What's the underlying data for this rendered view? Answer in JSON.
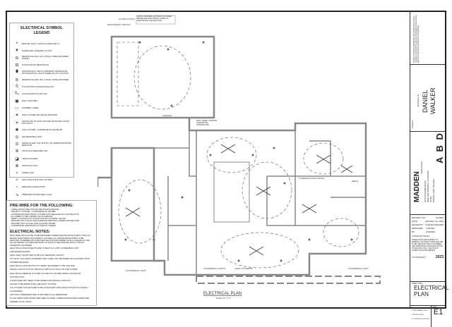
{
  "legend": {
    "title": "ELECTRICAL SYMBOL LEGEND",
    "items": [
      {
        "icon": "bracket-light-icon",
        "label": "BRACKET LIGHT / SWITCH LANDSCAPE TV"
      },
      {
        "icon": "telephone-outlet-icon",
        "label": "TELEPHONE / ETHERNET OUTLET"
      },
      {
        "icon": "duplex-receptacle-icon",
        "label": "RECEPTACLE 110V, 20A / 3 POLE 4 WIRE GROUNDED DUPLEX"
      },
      {
        "icon": "floor-receptacle-icon",
        "label": "FLOOR DUPLEX RECEPTACLE"
      },
      {
        "icon": "gfci-outlet-icon",
        "label": "GROUND FAULT CIRCUIT INTERRUPT RECEPTACLE WITH DEVIATION / QUICK SHARE 220 LIFT LOCATION"
      },
      {
        "icon": "receptacle-220-icon",
        "label": "RECEPTACLE 220V, 30A / 3 POLE 4 WIRE GROUNDED"
      },
      {
        "icon": "single-pole-switch-icon",
        "label": "TOGGLE SWITCH SINGLE POLE 15A"
      },
      {
        "icon": "three-way-switch-icon",
        "label": "TOGGLE SWITCH 3 WAY 15A"
      },
      {
        "icon": "door-bell-icon",
        "label": "ELEC. DOOR BELL"
      },
      {
        "icon": "doorbell-chime-icon",
        "label": "DOORBELL CHIME"
      },
      {
        "icon": "ceiling-light-icon",
        "label": "LIGHT FIXTURE LED CEILING MOUNTED"
      },
      {
        "icon": "ceiling-fan-icon",
        "label": "CEILING FAN W/ LIGHT. PROVIDE APPROVED OUTLET BOX FOR F.L."
      },
      {
        "icon": "chandelier-icon",
        "label": "LIGHT FIXTURE - CHANDELIER W/ LED BULBS"
      },
      {
        "icon": "recessed-light-icon",
        "label": "LED RECESSED LIGHT"
      },
      {
        "icon": "smoke-detector-icon",
        "label": "SMOKE ALARM / 110V W/ B.B.U. W/ CARBON MONOXIDE DETECTOR"
      },
      {
        "icon": "vent-light-icon",
        "label": "VENT/LIGHT RECESSED CAN"
      },
      {
        "icon": "vent-fan-light-icon",
        "label": "VENT/LIGHT/HEAT"
      },
      {
        "icon": "vent-fan-icon",
        "label": "VENT/LIGHT ONLY"
      },
      {
        "icon": "under-cabinet-light-icon",
        "label": "UNDER LIGHT"
      },
      {
        "icon": "wall-lantern-icon",
        "label": "WALL MOUNT ELECTRIC LANTERN"
      },
      {
        "icon": "wireless-access-icon",
        "label": "WIRELESS ACCESS POINT"
      },
      {
        "icon": "delivery-light-icon",
        "label": "PRESSURE FOR DELIVERY LIGHT"
      }
    ]
  },
  "prewire": {
    "title": "PRE-WIRE FOR THE FOLLOWING:",
    "items": [
      "- CABLE VISION ONE OUTLET PER ROOM MINIMUM",
      "- SECURITY SYSTEM - COORDINATE W/ OWNER",
      "- COORDINATE ELECTRICAL SYSTEM WITH MECHANICAL CONTRACTOR",
      "- ALL WIRES TO BE COPPER (NO ALUMINUM)",
      "- VERIFY LOCATION OF FLOOR OUTLETS IN FAMILY ROOM",
      "- PROVIDE 220 OUTLET FOR GARBAGE DISPOSAL UNDER KITCHEN SINK",
      "- PROVIDE 220V OUTLET FOR CLOTHES DRYER",
      "- COORDINATE SURROUND SYSTEM W/ OWNER"
    ]
  },
  "notes": {
    "title": "ELECTRICAL NOTES:",
    "items": [
      "MAIN FEED INTO HOUSE TO BE PROVIDED UNDERGROUND FROM SUPPLY POLE TO METER THEN PANEL DISCONNECT OUTSIDE. ALL SMOKE DETECTORS TO BE ELECTRIC POWERED WITH BATTERY BACKUP AND WIRED SO ALL ALARMS GO OFF. ALL EXTERIOR, KITCHEN AND BATH OUTLETS TO BE GROUND FAULT CIRCUIT INTERRUPT EQUIPPED.",
      "ELECTRICAL DISCONNECTS ARE TO BE AT A/C UNIT, CONDENSING UNIT,",
      "AND WATER HEATER.",
      "HEAT VENT LIGHTS ARE TO BE ON A SEPARATE CIRCUIT.",
      "OUTLETS, INCLUDING ETHERNET AND CABLE, MAY BE ADDED OR CHANGED UPON",
      "OWNERS REQUEST.",
      "ELECTRICAL CONTRACTOR TO VERIFY EQUIPMENT TYPE AND SIZE.",
      "INSTALL LIGHTS IN ATTIC SPACE W/ SWITCH AT FOOT OF DISP. STAIRS.",
      "ELECTRICAL SERVICE IS TO BE A 40 CIRCUIT 200 AMP PANEL LOCATED BY",
      "CONTRACTOR.",
      "A SUB-PANEL MAY NEED TO BE ADDED FOR ENOUGH CIRCUITS.",
      "HOUSE TO BE WIRED FOR A SECURITY SYSTEM.",
      "ALL KITCHEN OUTLETS ARE TO BE GFI EXCEPT APPLIANCE OUTLETS NOT EASILY",
      "ACCESSIBLE.",
      "ARC FAULT BREAKERS ARE TO BE USED IN ALL BEDROOMS.",
      "IF GAS FIRED APPLIANCES ARE USED IN HOME, CARBON MONOXIDE ALARMS ARE",
      "NEEDED ON ALL RHAC."
    ]
  },
  "plan": {
    "title": "ELECTRICAL PLAN",
    "scale": "SCALE 1/4\" = 1'-0\"",
    "labels": {
      "disconnect": "DISCONNECT SWITCH",
      "floor_outlet": "FLOOR OUTLET",
      "note": "NOTE: CONFIRM LOCATION OF POWER METER AND ELECTRICAL PANEL W/ ELECTRICAL CONTRACTOR",
      "garage": "GARAGE",
      "attic": "ELEC. PANEL LOCATION / ELECTRICAL CONTRACTOR",
      "flood": "TO BEAM FLOOD LIGHTS",
      "media": "MEDIA",
      "gooseneck": "GOOSENECK LIGHT",
      "gooseneck2": "GOOSENECK LIGHTS",
      "lanterns": "ELEC LANTERNS",
      "gooseneck3": "GOOSENECK LIGHT"
    }
  },
  "title_block": {
    "copyright_text": "THESE PLANS AND DRAWINGS ARE PROTECTED UNDER FEDERAL COPYRIGHT LAW. ANY REPRODUCTION OR USE WITHOUT WRITTEN CONSENT IS PROHIBITED.",
    "project_label": "PROJECT:",
    "residence_of": "RESIDENCE OF",
    "client_first": "DANIEL",
    "client_last": "WALKER",
    "firm": "MADDEN",
    "firm_sub": "HOME DESIGN",
    "address1": "2375 RUSHING ROAD",
    "address2": "DENHAM SPRINGS, LOUISIANA",
    "zip": "70726",
    "phone": "PHONE: (225) 791-2192",
    "logo": "A B D",
    "rows": [
      {
        "label": "PROJECT NO:",
        "value": "23-0925"
      },
      {
        "label": "DATE:",
        "value": "JANUARY 30, 2023"
      },
      {
        "label": "DRAWN BY:",
        "value": "STEVEN MADDEN"
      },
      {
        "label": "DESIGNED BY:",
        "value": "STEVEN MADDEN"
      }
    ],
    "copyright_note_title": "COPYRIGHT NOTE ©",
    "copyright_note": "THESE PLANS ARE SUBJECT TO FEDERAL COPYRIGHT LAWS AND ARE TO BE USED FOR THE LOT NUMBER AND SUBDIVISION INDICATED IN THIS TITLE BLOCK ONLY. USE ON ANY OTHER SITE IS PROHIBITED.",
    "copyright_label": "©COPYRIGHT",
    "copyright_year": "2023",
    "sheet_title_label": "SHEET TITLE",
    "sheet_title_1": "ELECTRICAL",
    "sheet_title_2": "PLAN",
    "checks": [
      "PRELIMINARY DWG",
      "BIDDING DWG",
      "CONSTRUCTION DWG"
    ],
    "sheet_label": "SHEET",
    "sheet_no": "E1"
  }
}
